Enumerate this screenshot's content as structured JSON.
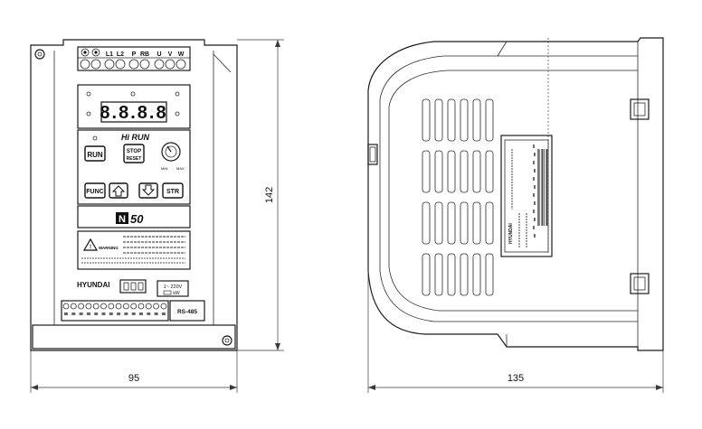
{
  "front_view": {
    "terminals_top": [
      "L1",
      "L2",
      "P",
      "RB",
      "U",
      "V",
      "W"
    ],
    "brand_logo_text": "Hi RUN",
    "buttons": {
      "run": "RUN",
      "stop_line1": "STOP",
      "stop_line2": "RESET",
      "func": "FUNC",
      "str": "STR"
    },
    "knob_labels": [
      "MIN",
      "MAX"
    ],
    "model_prefix": "N",
    "model_number": "50",
    "warning_title": "WARNING",
    "brand": "HYUNDAI",
    "supply_label_line1": "1~ 220V",
    "supply_label_line2": "kW",
    "rs485_label": "RS-485"
  },
  "side_view": {
    "label_brand": "HYUNDAI"
  },
  "dimensions": {
    "front_width": "95",
    "front_height": "142",
    "side_depth": "135"
  }
}
